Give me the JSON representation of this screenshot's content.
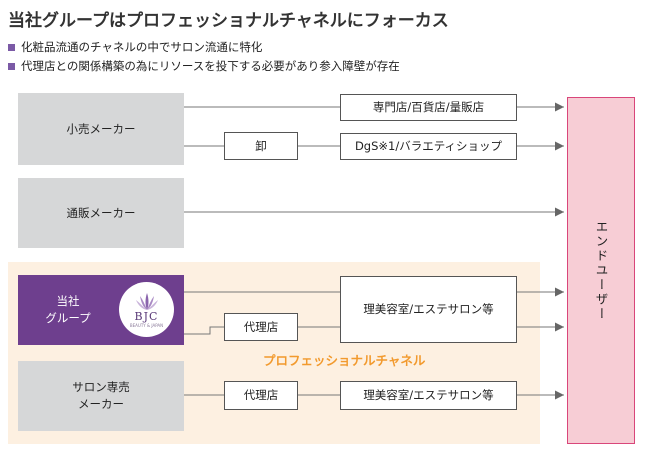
{
  "heading": "当社グループはプロフェッショナルチャネルにフォーカス",
  "bullets": [
    "化粧品流通のチャネルの中でサロン流通に特化",
    "代理店との関係構築の為にリソースを投下する必要があり参入障壁が存在"
  ],
  "nodes": {
    "retail_maker": "小売メーカー",
    "wholesale": "卸",
    "specialty_stores": "専門店/百貨店/量販店",
    "drugstore": "DgS※1/バラエティショップ",
    "mailorder_maker": "通販メーカー",
    "own_group": [
      "当社",
      "グループ"
    ],
    "own_agent": "代理店",
    "own_salon": "理美容室/エステサロン等",
    "salon_maker": [
      "サロン専売",
      "メーカー"
    ],
    "salon_agent": "代理店",
    "salon_salon": "理美容室/エステサロン等",
    "end_user": "エンドユーザー"
  },
  "professional_channel_label": "プロフェッショナルチャネル",
  "logo": {
    "text": "BJC",
    "sub": "BEAUTY & JAPAN"
  },
  "colors": {
    "accent_purple": "#6e3f8e",
    "bullet": "#7b5aa6",
    "pro_area": "#fdf0e1",
    "pro_label": "#f29a2e",
    "end_user_fill": "#f7cdd5",
    "end_user_border": "#d9467a",
    "maker_fill": "#d6d7d8"
  }
}
